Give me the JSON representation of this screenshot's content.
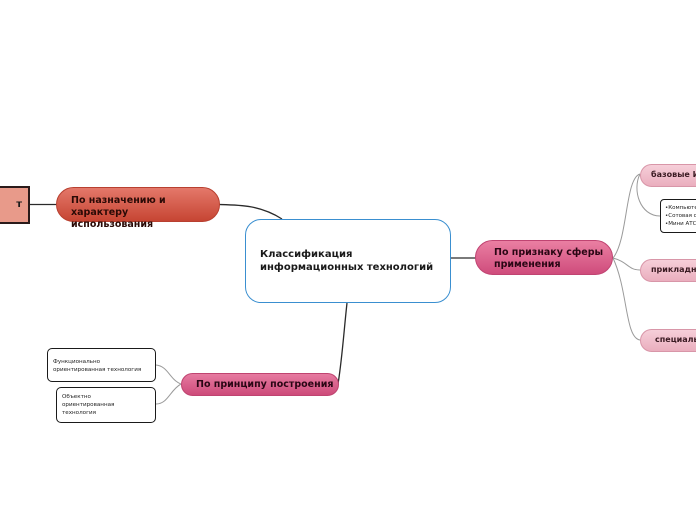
{
  "central": {
    "title": "Классификация информационных технологий"
  },
  "branches": {
    "purpose": {
      "label": "По назначению и характеру использования",
      "child_box_label": "т"
    },
    "sphere": {
      "label": "По признаку сферы применения",
      "children": [
        "базовые И",
        "прикладны",
        "специаль"
      ],
      "note_items": [
        "•Компьюте",
        "•Сотовая с",
        "•Мини АТС"
      ]
    },
    "construction": {
      "label": "По принципу построения",
      "children": [
        "Функционально ориентированная технология",
        "Объектно ориентированная технология"
      ]
    }
  },
  "colors": {
    "central_border": "#3a8fd0",
    "purpose_fill": "#d75a48",
    "sphere_fill": "#de6290",
    "sub_fill": "#f0bcca",
    "connector": "#2a2a2a"
  }
}
